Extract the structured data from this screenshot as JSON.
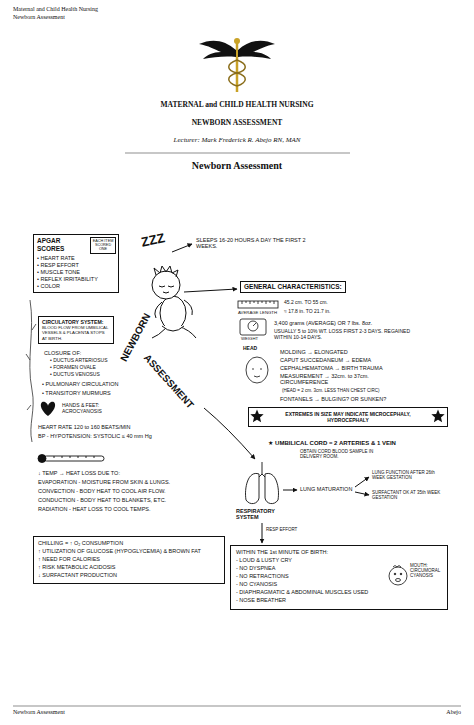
{
  "diagram": {
    "title": "MATERNAL and CHILD HEALTH NURSING",
    "nodes": [
      {
        "text": [
          "APGAR SCORES",
          "• HEART RATE",
          "• RESP EFFORT",
          "• MUSCLE TONE",
          "• REFLEX IRRITABILITY",
          "• COLOR"
        ]
      },
      {
        "text": [
          "EACH ITEM SCORED ONE"
        ],
        "in": 0
      },
      {
        "text": [
          "CIRCULATORY SYSTEM:",
          "BLOOD FLOW FROM UMBILICAL VESSELS & PLACENTA STOPS AT BIRTH."
        ]
      },
      {
        "text": [
          "GENERAL CHARACTERISTICS:"
        ]
      },
      {
        "text": [
          "EXTREMES IN SIZE MAY INDICATE MICROCEPHALY, HYDROCEPHALY"
        ]
      },
      {
        "text": [
          "CHILLING = ↑ O₂ CONSUMPTION",
          "↑ UTILIZATION OF GLUCOSE (HYPOGLYCEMIA) & BROWN FAT",
          "↑ NEED FOR CALORIES",
          "↑ RISK METABOLIC ACIDOSIS",
          "↓ SURFACTANT PRODUCTION"
        ]
      },
      {
        "text": [
          "WITHIN THE 1st MINUTE OF BIRTH:",
          "- LOUD & LUSTY CRY",
          "- NO DYSPNEA",
          "- NO RETRACTIONS",
          "- NO CYANOSIS",
          "- DIAPHRAGMATIC & ABDOMINAL MUSCLES USED",
          "- NOSE BREATHER"
        ]
      }
    ],
    "labels": [
      "Maternal and Child Health Nursing",
      "Newborn Assessment",
      "NEWBORN ASSESSMENT",
      "Lecturer: Mark Frederick R. Abejo RN, MAN",
      "Newborn Assessment",
      "ZZZ",
      "SLEEPS 16-20 HOURS A DAY THE FIRST 2 WEEKS.",
      "NEWBORN",
      "ASSESSMENT",
      "CLOSURE OF:",
      "• DUCTUS ARTERIOSUS",
      "• FORAMEN OVALE",
      "• DUCTUS VENOSUS",
      "• PULMONARY CIRCULATION",
      "• TRANSITORY MURMURS",
      "HANDS & FEET: ACROCYANOSIS",
      "HEART RATE 120 to 160 BEATS/MIN",
      "BP - HYPOTENSION: SYSTOLIC ≤ 40 mm Hg",
      "45.2 cm. TO 55 cm.",
      "AVERAGE LENGTH",
      "≈ 17.8 in. TO 21.7 in.",
      "3,400 grams (AVERAGE) OR 7 lbs. 8oz.",
      "USUALLY 5 to 10% WT. LOSS FIRST 2-3 DAYS. REGAINED WITHIN 10-14 DAYS.",
      "WEIGHT",
      "HEAD",
      "MOLDING → ELONGATED",
      "CAPUT SUCCEDANEUM → EDEMA",
      "CEPHALHEMATOMA → BIRTH TRAUMA",
      "MEASUREMENT → 32cm. to 37cm. CIRCUMFERENCE",
      "(HEAD = 2 cm. 3cm. LESS THAN CHEST CIRC)",
      "FONTANELS → BULGING? OR SUNKEN?",
      "★ UMBILICAL CORD = 2 ARTERIES & 1 VEIN",
      "OBTAIN CORD BLOOD SAMPLE IN DELIVERY ROOM.",
      "↓ TEMP → HEAT LOSS DUE TO:",
      "EVAPORATION - MOISTURE FROM SKIN & LUNGS.",
      "CONVECTION - BODY HEAT TO COOL AIR FLOW.",
      "CONDUCTION - BODY HEAT TO BLANKETS, ETC.",
      "RADIATION - HEAT LOSS TO COOL TEMPS.",
      "RESPIRATORY SYSTEM",
      "RESP EFFORT",
      "LUNG MATURATION",
      "LUNG FUNCTION AFTER 26th WEEK GESTATION",
      "SURFACTANT OK AT 35th WEEK GESTATION",
      "MOUTH: CIRCUMORAL CYANOSIS",
      "Newborn Assessment",
      "Abejo"
    ]
  }
}
